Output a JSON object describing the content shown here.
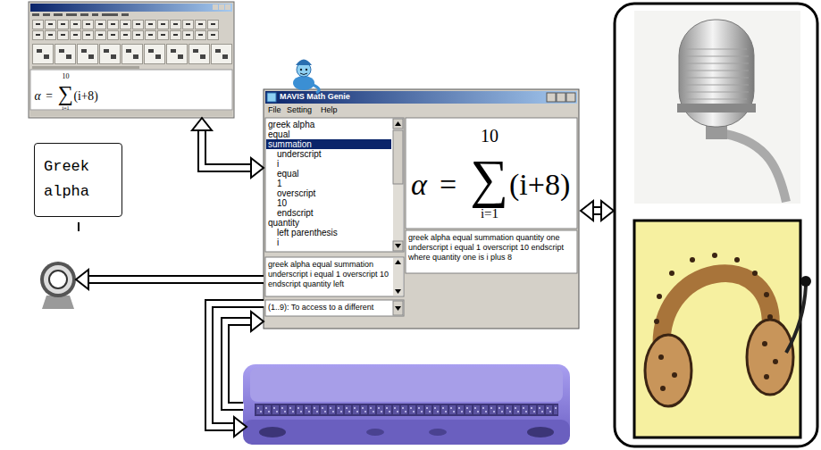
{
  "diagram": {
    "nodes": [
      {
        "text": [
          "α",
          "=",
          "∑",
          "(i+8)",
          "10",
          "i=1"
        ]
      },
      {
        "text": [
          "MAVIS Math Genie",
          "File",
          "Setting",
          "Help"
        ]
      },
      {
        "text": [
          "greek alpha",
          "equal",
          "summation",
          "underscript",
          "i",
          "equal",
          "1",
          "overscript",
          "10",
          "endscript",
          "quantity",
          "left parenthesis",
          "i"
        ],
        "in": 1
      },
      {
        "text": [
          "α",
          "=",
          "∑",
          "(i+8)",
          "10",
          "i=1"
        ],
        "in": 1
      },
      {
        "text": [
          "greek alpha equal summation quantity one underscript i equal 1 overscript 10 endscript where quantity one is i plus 8"
        ],
        "in": 1
      },
      {
        "text": [
          "greek alpha equal summation underscript i equal 1 overscript 10 endscript quantity left"
        ],
        "in": 1
      },
      {
        "text": [
          "(1..9): To access to a different"
        ],
        "in": 1
      },
      {
        "text": [
          "Greek alpha"
        ]
      }
    ],
    "edges": [
      {
        "from": 1,
        "to": 0,
        "arrow": "both"
      },
      {
        "from": 1,
        "to": 7,
        "arrow": "to"
      }
    ]
  }
}
